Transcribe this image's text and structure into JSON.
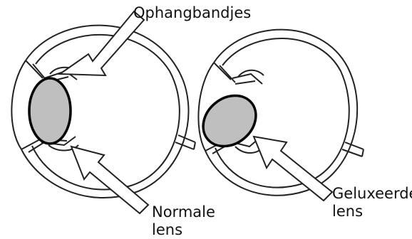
{
  "labels": {
    "suspensory": "Ophangbandjes",
    "normal_lens": [
      "Normale",
      "lens"
    ],
    "dislocated_lens": [
      "Geluxeerde",
      "lens"
    ]
  },
  "colors": {
    "line": "#222222",
    "lens_fill": "#bfbfbf",
    "lens_outline": "#000000",
    "background": "#ffffff"
  }
}
